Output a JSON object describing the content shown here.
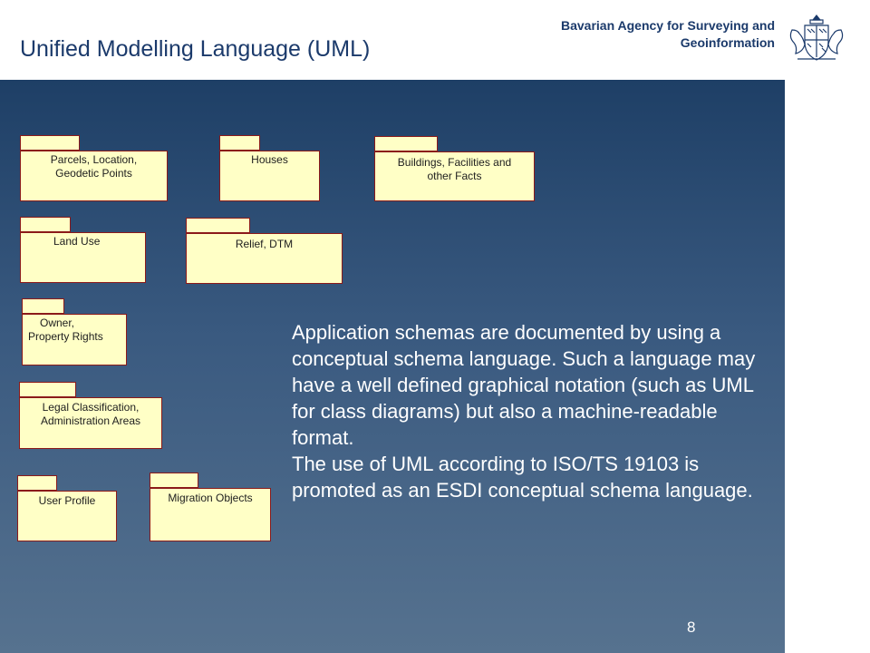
{
  "header": {
    "title": "Unified Modelling Language (UML)",
    "agency_line1": "Bavarian Agency for Surveying and",
    "agency_line2": "Geoinformation",
    "seal_icon": "bavarian-coat-of-arms-icon"
  },
  "colors": {
    "title": "#1b3a6b",
    "package_fill": "#ffffc6",
    "package_border": "#8b1a1a",
    "panel_top": "#1e3f66",
    "panel_bottom": "#56728f"
  },
  "packages": [
    {
      "id": "parcels",
      "line1": "Parcels, Location,",
      "line2": "Geodetic Points"
    },
    {
      "id": "houses",
      "line1": "Houses",
      "line2": ""
    },
    {
      "id": "buildings",
      "line1": "Buildings, Facilities and",
      "line2": "other Facts"
    },
    {
      "id": "land-use",
      "line1": "Land Use",
      "line2": ""
    },
    {
      "id": "relief",
      "line1": "Relief, DTM",
      "line2": ""
    },
    {
      "id": "owner",
      "line1": "Owner,",
      "line2": "Property Rights"
    },
    {
      "id": "legal",
      "line1": "Legal Classification,",
      "line2": "Administration Areas"
    },
    {
      "id": "user-profile",
      "line1": "User Profile",
      "line2": ""
    },
    {
      "id": "migration",
      "line1": "Migration Objects",
      "line2": ""
    }
  ],
  "body_text": {
    "paragraph1": "Application schemas are documented by using a conceptual schema language. Such a language may have a well defined graphical notation (such as UML for class diagrams) but also a machine-readable format.",
    "paragraph2": "The use of UML according to ISO/TS 19103 is promoted as an ESDI conceptual schema language."
  },
  "page_number": "8"
}
